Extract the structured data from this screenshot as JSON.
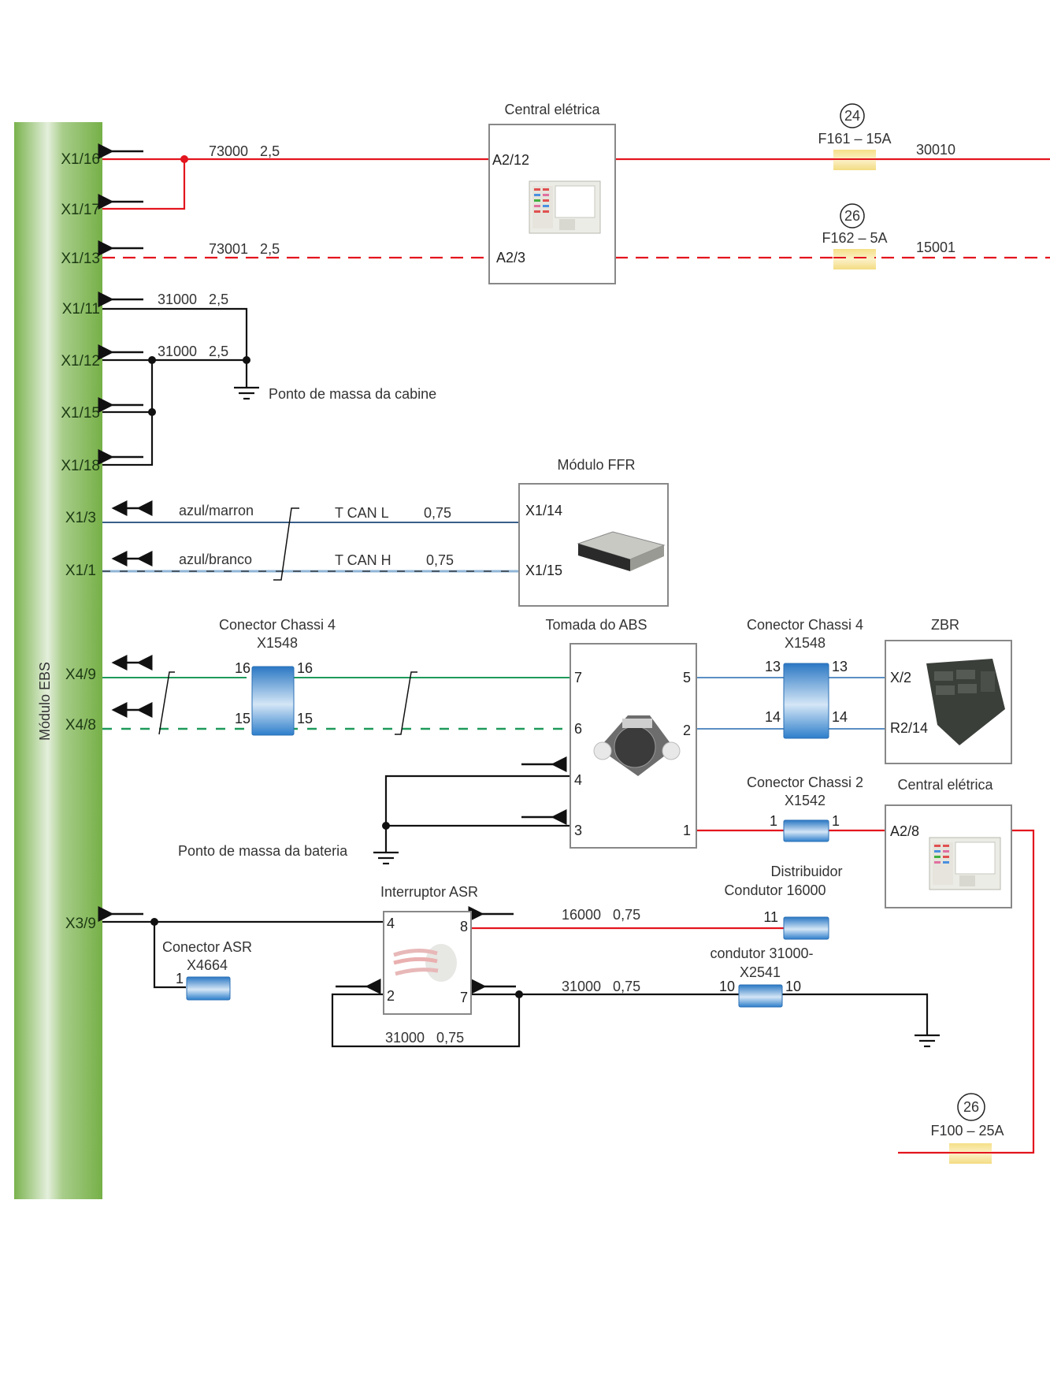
{
  "module": {
    "name": "Módulo EBS"
  },
  "ebs_pins": {
    "x1_16": "X1/16",
    "x1_17": "X1/17",
    "x1_13": "X1/13",
    "x1_11": "X1/11",
    "x1_12": "X1/12",
    "x1_15": "X1/15",
    "x1_18": "X1/18",
    "x1_3": "X1/3",
    "x1_1": "X1/1",
    "x4_9": "X4/9",
    "x4_8": "X4/8",
    "x3_9": "X3/9"
  },
  "wires": {
    "w73000": "73000   2,5",
    "w73001": "73001   2,5",
    "w31000_a": "31000   2,5",
    "w31000_b": "31000   2,5",
    "w30010": "30010",
    "w15001": "15001",
    "can_l_color": "azul/marron",
    "can_h_color": "azul/branco",
    "can_l": "T CAN L",
    "can_h": "T CAN H",
    "can_l_size": "0,75",
    "can_h_size": "0,75",
    "w16000": "16000   0,75",
    "w31000_c": "31000   0,75",
    "w31000_loop": "31000   0,75"
  },
  "central_eletrica_top": {
    "title": "Central elétrica",
    "pin_a": "A2/12",
    "pin_b": "A2/3"
  },
  "fuses": [
    {
      "number": "24",
      "label": "F161 – 15A"
    },
    {
      "number": "26",
      "label": "F162 – 5A"
    },
    {
      "number": "26",
      "label": "F100 – 25A"
    }
  ],
  "grounds": {
    "cabine": "Ponto de massa da cabine",
    "bateria": "Ponto de massa da bateria"
  },
  "ffr": {
    "title": "Módulo FFR",
    "pin_a": "X1/14",
    "pin_b": "X1/15"
  },
  "conn_chassi4_left": {
    "title": "Conector Chassi 4",
    "code": "X1548",
    "pin_a": "16",
    "pin_b": "15"
  },
  "tomada_abs": {
    "title": "Tomada do ABS",
    "pins_left": [
      "7",
      "6",
      "4",
      "3"
    ],
    "pins_right": [
      "5",
      "2",
      "1"
    ]
  },
  "conn_chassi4_right": {
    "title": "Conector Chassi 4",
    "code": "X1548",
    "pin_a": "13",
    "pin_b": "14"
  },
  "zbr": {
    "title": "ZBR",
    "pin_a": "X/2",
    "pin_b": "R2/14"
  },
  "conn_chassi2": {
    "title": "Conector Chassi 2",
    "code": "X1542",
    "pin": "1"
  },
  "central_eletrica_bottom": {
    "title": "Central elétrica",
    "pin": "A2/8"
  },
  "interruptor_asr": {
    "title": "Interruptor ASR",
    "pin_tl": "4",
    "pin_tr": "8",
    "pin_bl": "2",
    "pin_br": "7"
  },
  "conn_asr": {
    "title": "Conector ASR",
    "code": "X4664",
    "pin": "1"
  },
  "distribuidor": {
    "title_1": "Distribuidor",
    "title_2": "Condutor 16000",
    "pin": "11"
  },
  "conn_x2541": {
    "title_1": "condutor 31000-",
    "title_2": "X2541",
    "pin": "10"
  },
  "colors": {
    "power": "#e3151e",
    "ground": "#111111",
    "can": "#3a5f8a",
    "abs_can": "#1e9a5a",
    "zbr_line": "#5b8fc4",
    "module_green": "#7ab34f",
    "fuse": "#f6e08a",
    "connector_blue": "#2f7fc8"
  }
}
